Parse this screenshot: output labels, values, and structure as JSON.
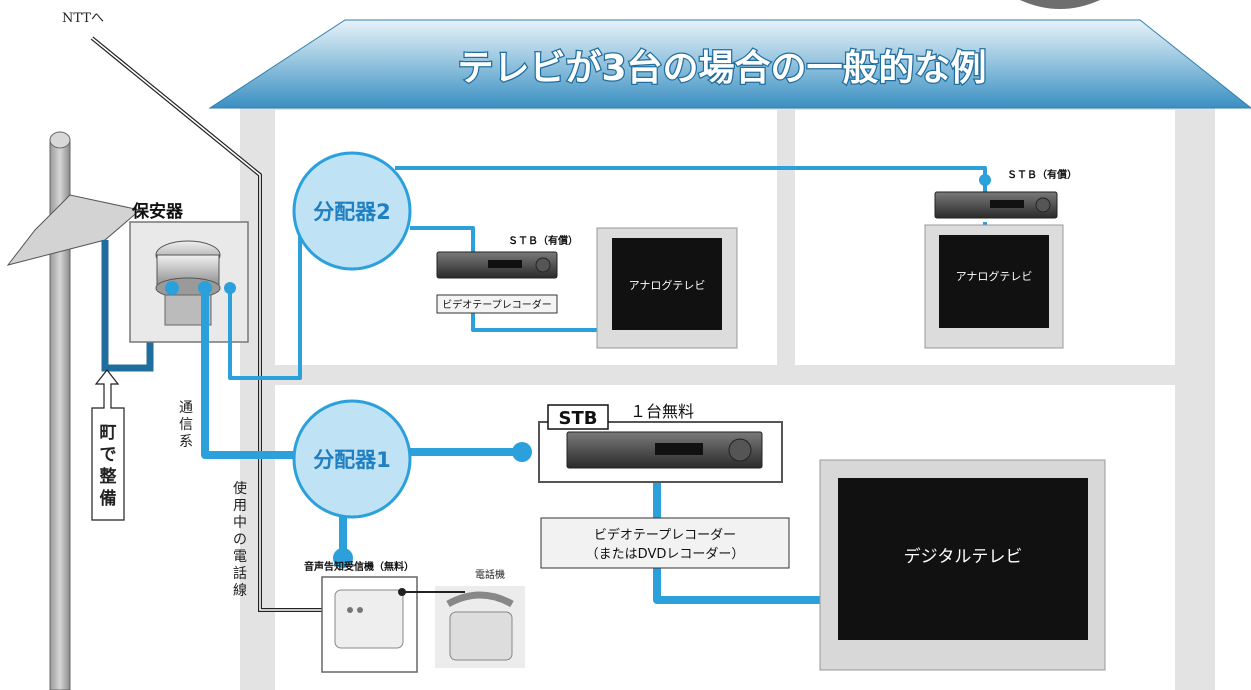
{
  "title": "テレビが3台の場合の一般的な例",
  "labels": {
    "ntt": "NTTへ",
    "protector": "保安器",
    "splitter1": "分配器1",
    "splitter2": "分配器2",
    "stb_paid": "ＳＴＢ（有償）",
    "stb_main": "STB",
    "stb_free": "１台無料",
    "analog_tv": "アナログテレビ",
    "digital_tv": "デジタルテレビ",
    "vcr": "ビデオテープレコーダー",
    "vcr_dvd_line1": "ビデオテープレコーダー",
    "vcr_dvd_line2": "（またはDVDレコーダー）",
    "receiver": "音声告知受信機（無料）",
    "phone": "電話機",
    "comm": [
      "通",
      "信",
      "系"
    ],
    "phone_line": [
      "使",
      "用",
      "中",
      "の",
      "電",
      "話",
      "線"
    ],
    "town": [
      "町",
      "で",
      "整",
      "備"
    ]
  },
  "colors": {
    "cable": "#2ba0db",
    "splitter_fill": "#bfe2f5",
    "splitter_stroke": "#2ba0db",
    "roof_top": "#dcebf3",
    "roof_bottom": "#3f98c8",
    "wall": "#e2e2e2",
    "pole": "#bdbdbd",
    "title_text": "#ffffff",
    "title_stroke": "#2b7fb0"
  }
}
